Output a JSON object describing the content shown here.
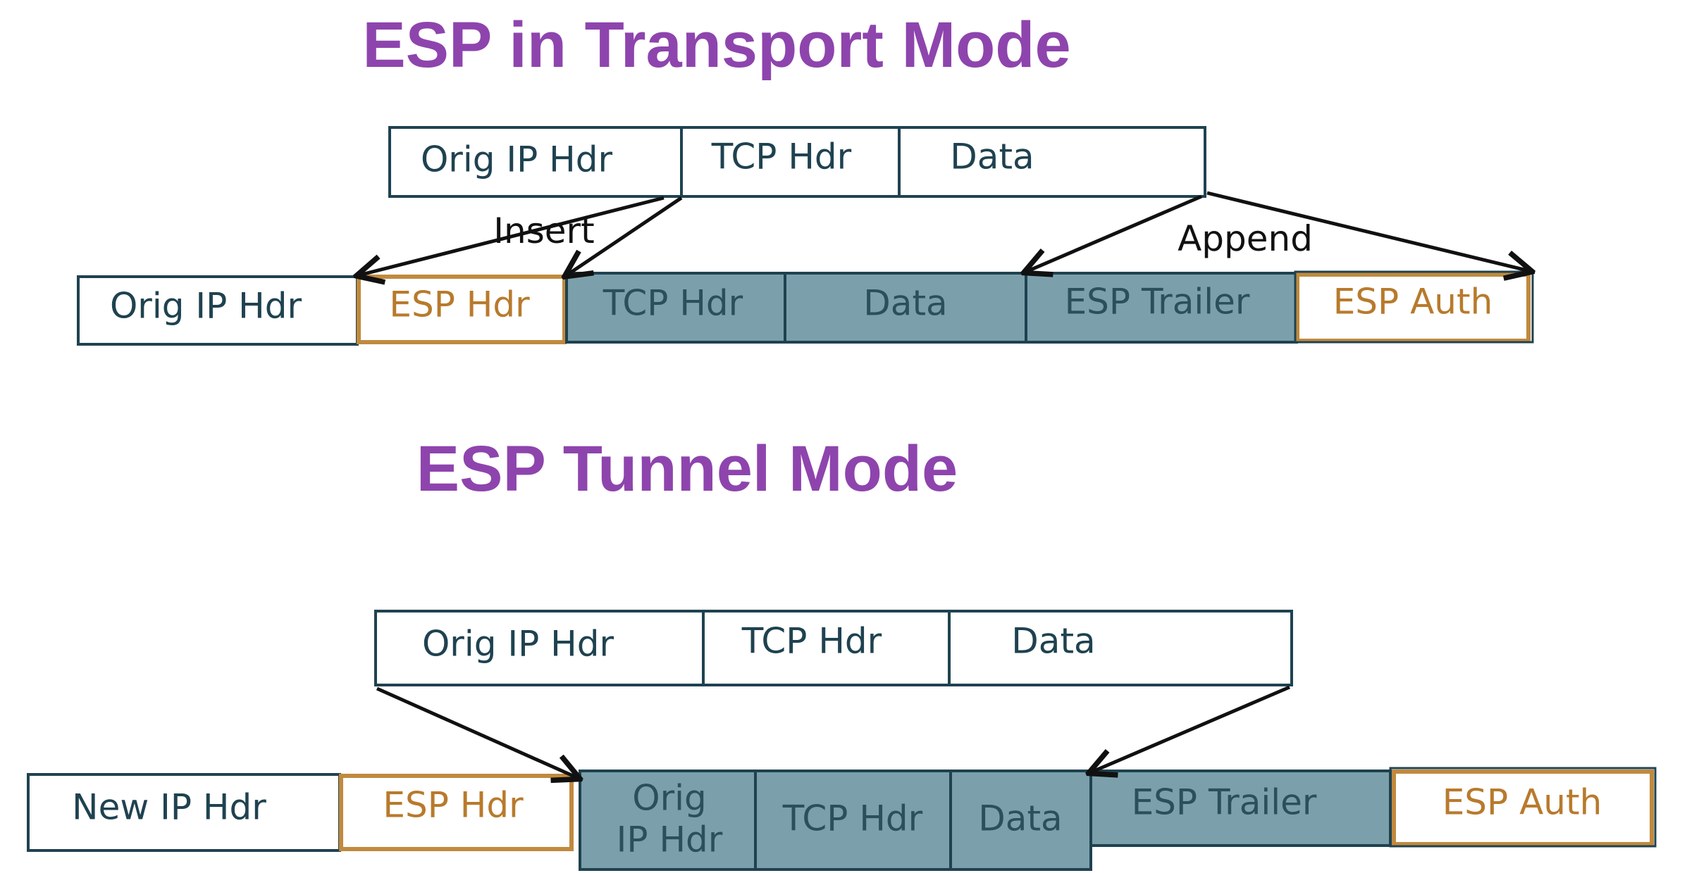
{
  "titles": {
    "transport": "ESP in Transport Mode",
    "tunnel": "ESP Tunnel Mode"
  },
  "colors": {
    "title": "#8e44ad",
    "outline": "#1f4250",
    "text_dark": "#1f4250",
    "esp_hdr_border": "#c08a3e",
    "esp_hdr_text": "#b87a2c",
    "encrypted_fill": "#7ba0ab",
    "encrypted_text": "#2c4f5c",
    "plain_fill": "#ffffff",
    "arrow": "#111111"
  },
  "transport": {
    "original": {
      "orig_ip_hdr": "Orig IP Hdr",
      "tcp_hdr": "TCP Hdr",
      "data": "Data"
    },
    "result": {
      "orig_ip_hdr": "Orig IP Hdr",
      "esp_hdr": "ESP Hdr",
      "tcp_hdr": "TCP Hdr",
      "data": "Data",
      "esp_trailer": "ESP Trailer",
      "esp_auth": "ESP Auth"
    },
    "labels": {
      "insert": "Insert",
      "append": "Append"
    }
  },
  "tunnel": {
    "original": {
      "orig_ip_hdr": "Orig IP Hdr",
      "tcp_hdr": "TCP Hdr",
      "data": "Data"
    },
    "result": {
      "new_ip_hdr": "New IP Hdr",
      "esp_hdr": "ESP Hdr",
      "orig_ip_hdr_line1": "Orig",
      "orig_ip_hdr_line2": "IP Hdr",
      "tcp_hdr": "TCP Hdr",
      "data": "Data",
      "esp_trailer": "ESP Trailer",
      "esp_auth": "ESP Auth"
    }
  }
}
